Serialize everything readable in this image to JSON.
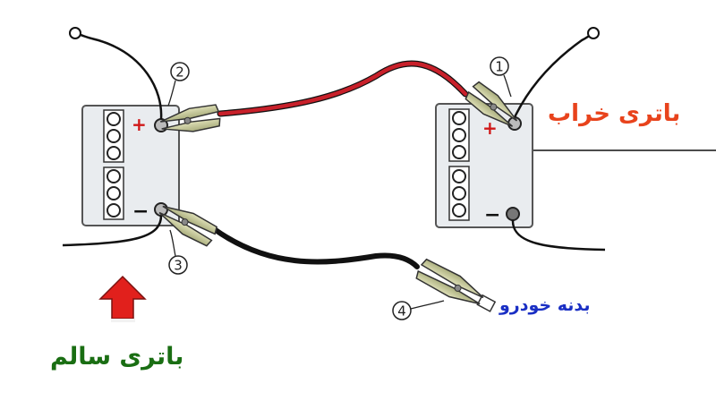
{
  "labels": {
    "dead_battery": "باتری خراب",
    "good_battery": "باتری سالم",
    "car_body": "بدنه خودرو"
  },
  "markers": [
    "1",
    "2",
    "3",
    "4"
  ],
  "polarity": {
    "positive": "+",
    "negative": "−"
  },
  "colors": {
    "dead_battery_label": "#e8431c",
    "good_battery_label": "#1a6e13",
    "car_body_label": "#1a2fc4",
    "red_cable": "#c8202a",
    "black_cable": "#111111",
    "arrow": "#e1201c",
    "battery_fill": "#e9ecef",
    "clamp": "#c9cc9c"
  }
}
